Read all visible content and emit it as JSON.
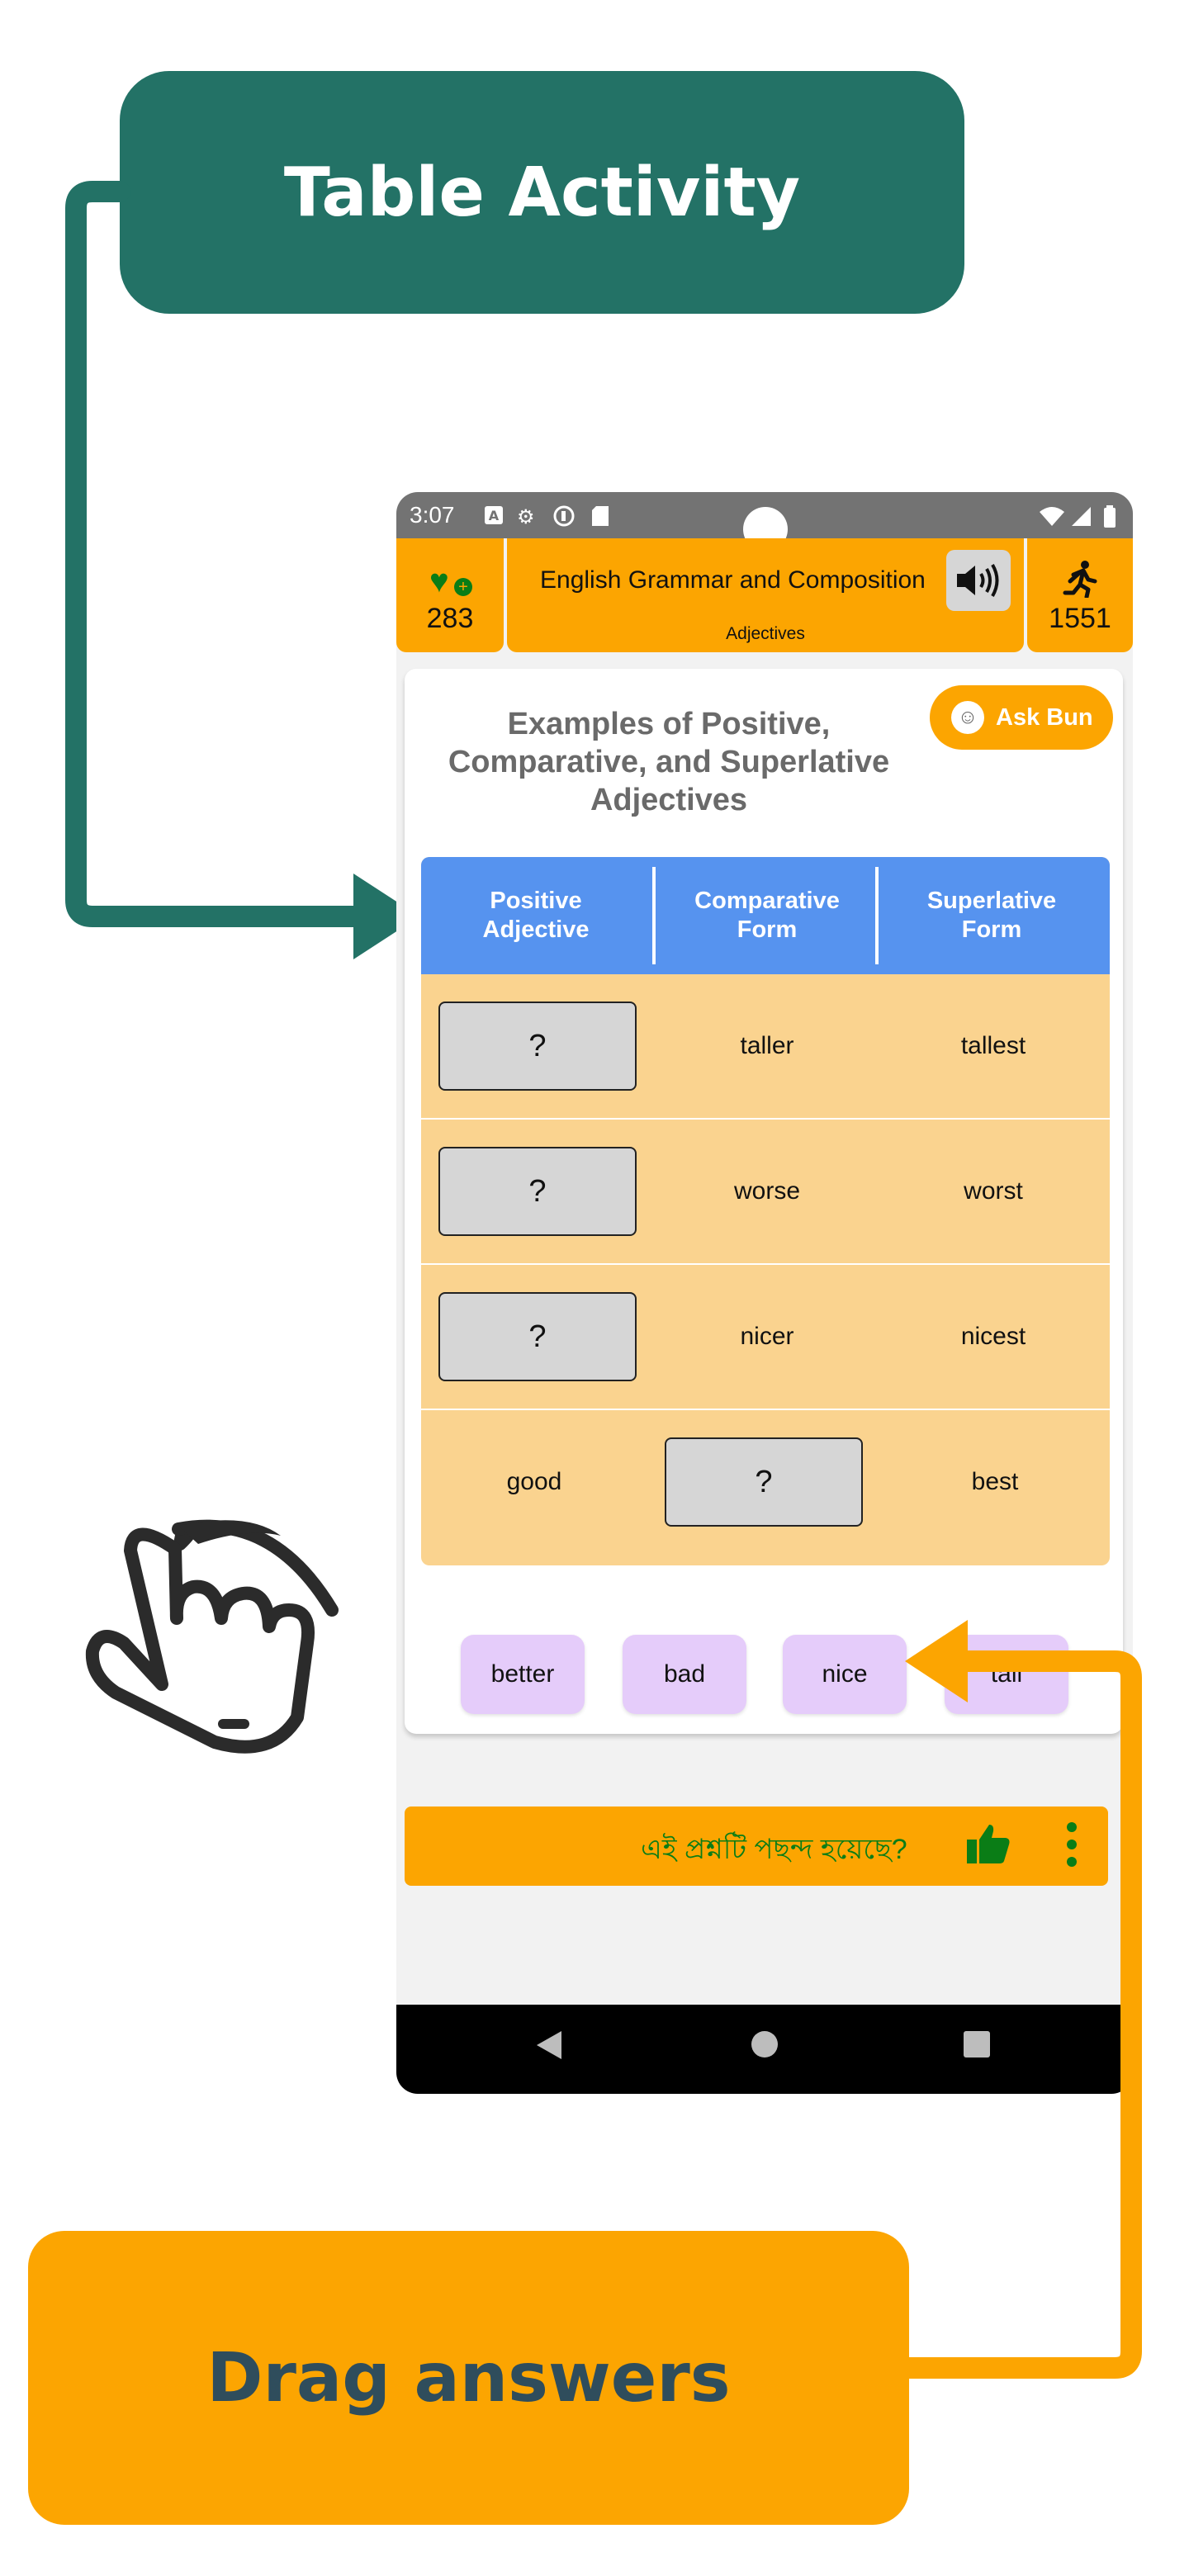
{
  "callouts": {
    "top": "Table Activity",
    "bottom": "Drag answers"
  },
  "status_bar": {
    "time": "3:07",
    "left_icons": [
      "a-box-icon",
      "gear-icon",
      "data-saver-icon",
      "sd-card-icon"
    ],
    "right_icons": [
      "wifi-icon",
      "signal-icon",
      "battery-icon"
    ]
  },
  "header": {
    "lives": "283",
    "app_title": "English Grammar and Composition",
    "subtitle": "Adjectives",
    "score": "1551"
  },
  "card": {
    "ask_button": "Ask Bun",
    "title_lines": [
      "Examples of Positive,",
      "Comparative, and Superlative",
      "Adjectives"
    ],
    "table": {
      "headers": [
        [
          "Positive",
          "Adjective"
        ],
        [
          "Comparative",
          "Form"
        ],
        [
          "Superlative",
          "Form"
        ]
      ],
      "rows": [
        [
          "?",
          "taller",
          "tallest"
        ],
        [
          "?",
          "worse",
          "worst"
        ],
        [
          "?",
          "nicer",
          "nicest"
        ],
        [
          "good",
          "?",
          "best"
        ]
      ]
    },
    "answer_chips": [
      "better",
      "bad",
      "nice",
      "tall"
    ]
  },
  "feedback": {
    "question": "এই প্রশ্নটি পছন্দ হয়েছে?"
  },
  "colors": {
    "teal": "#237266",
    "orange": "#fca501",
    "header_blue": "#5693ef",
    "table_bg": "#fad38f",
    "chip_purple": "#e5ccfa",
    "green": "#0a7d16"
  }
}
